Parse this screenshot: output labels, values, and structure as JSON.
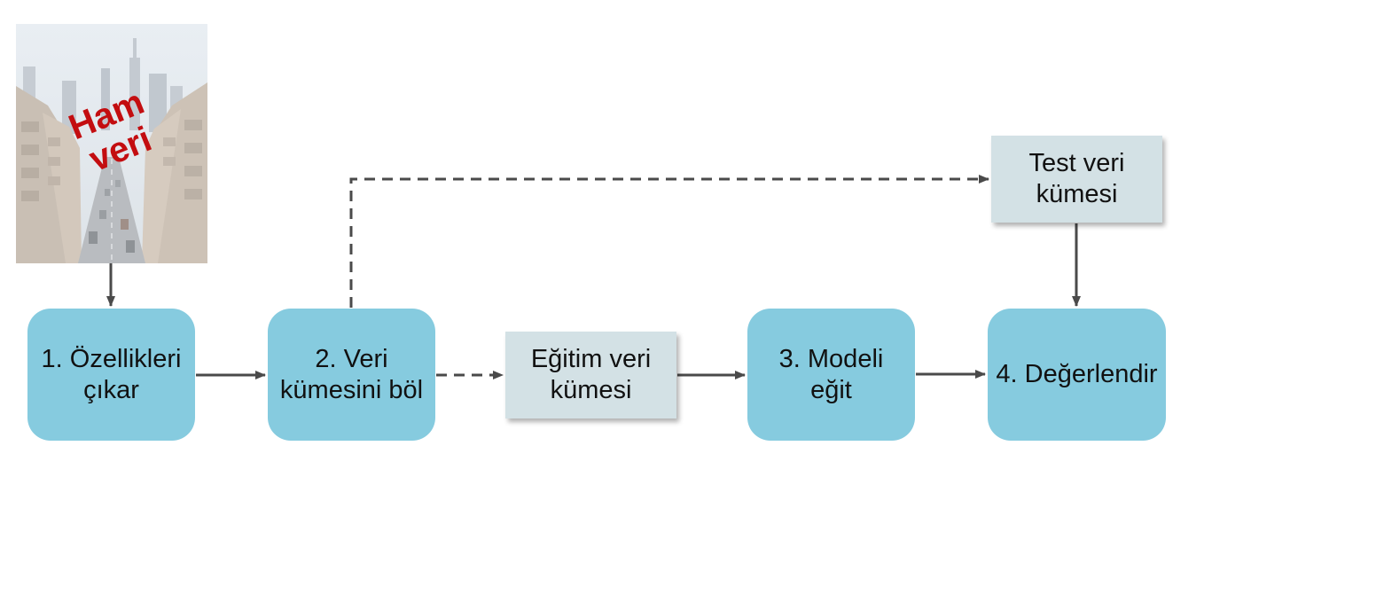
{
  "raw_data": {
    "label": "Ham\nveri"
  },
  "nodes": {
    "extract_features": "1. Özellikleri\nçıkar",
    "split_dataset": "2. Veri\nkümesini böl",
    "training_set": "Eğitim veri\nkümesi",
    "train_model": "3. Modeli\neğit",
    "evaluate": "4. Değerlendir",
    "test_set": "Test veri\nkümesi"
  },
  "edges": [
    {
      "from": "raw_data",
      "to": "extract_features",
      "style": "solid"
    },
    {
      "from": "extract_features",
      "to": "split_dataset",
      "style": "solid"
    },
    {
      "from": "split_dataset",
      "to": "training_set",
      "style": "dashed"
    },
    {
      "from": "split_dataset",
      "to": "test_set",
      "style": "dashed"
    },
    {
      "from": "training_set",
      "to": "train_model",
      "style": "solid"
    },
    {
      "from": "train_model",
      "to": "evaluate",
      "style": "solid"
    },
    {
      "from": "test_set",
      "to": "evaluate",
      "style": "solid"
    }
  ],
  "colors": {
    "process_fill": "#86cbdf",
    "data_fill": "#d3e1e5",
    "arrow": "#4a4a4a",
    "raw_label": "#c30d10"
  }
}
